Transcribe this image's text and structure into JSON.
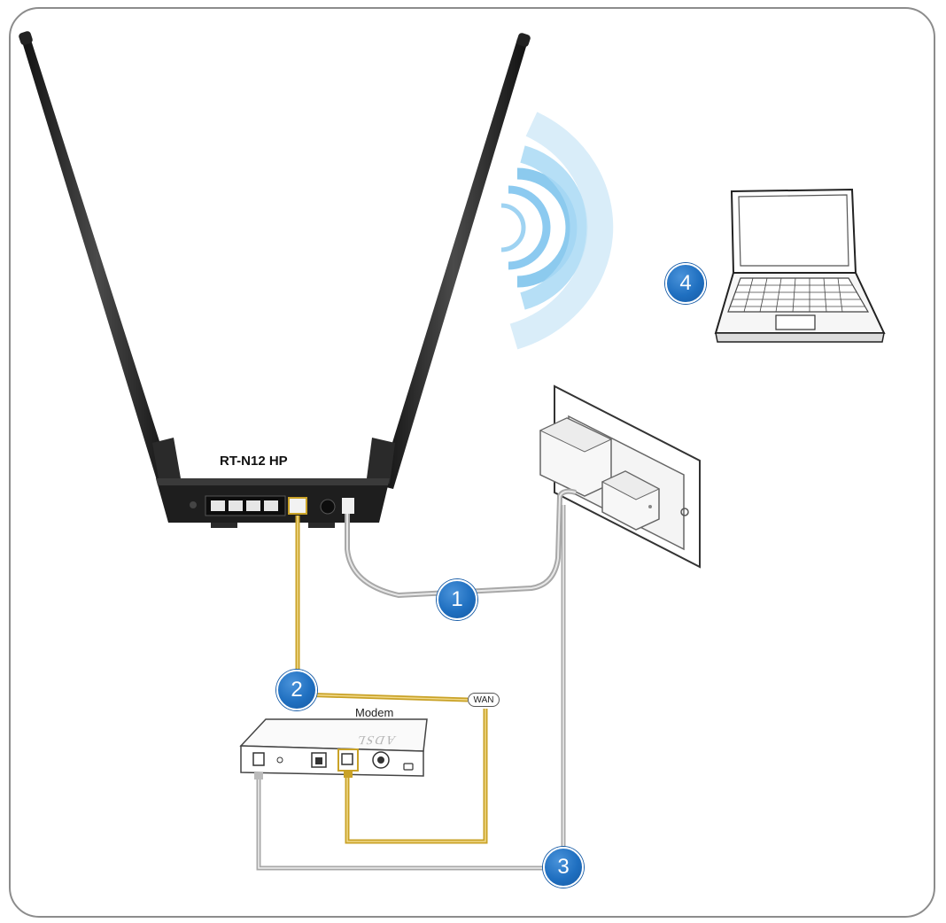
{
  "diagram": {
    "router_model": "RT-N12 HP",
    "modem_label": "Modem",
    "wan_port_label": "WAN",
    "modem_brand_text": "ADSL",
    "steps": [
      {
        "number": "1"
      },
      {
        "number": "2"
      },
      {
        "number": "3"
      },
      {
        "number": "4"
      }
    ]
  },
  "colors": {
    "badge_blue": "#1f6fc0",
    "ethernet_cable": "#c9a227",
    "power_cable": "#a8a8a8",
    "wifi_waves": "#7fc4ec",
    "router_body": "#1e1e1e",
    "frame_border": "#8c8c8c"
  },
  "icons": [
    "router-icon",
    "laptop-icon",
    "modem-icon",
    "wall-outlet-icon",
    "wifi-signal-icon",
    "power-adapter-icon"
  ]
}
